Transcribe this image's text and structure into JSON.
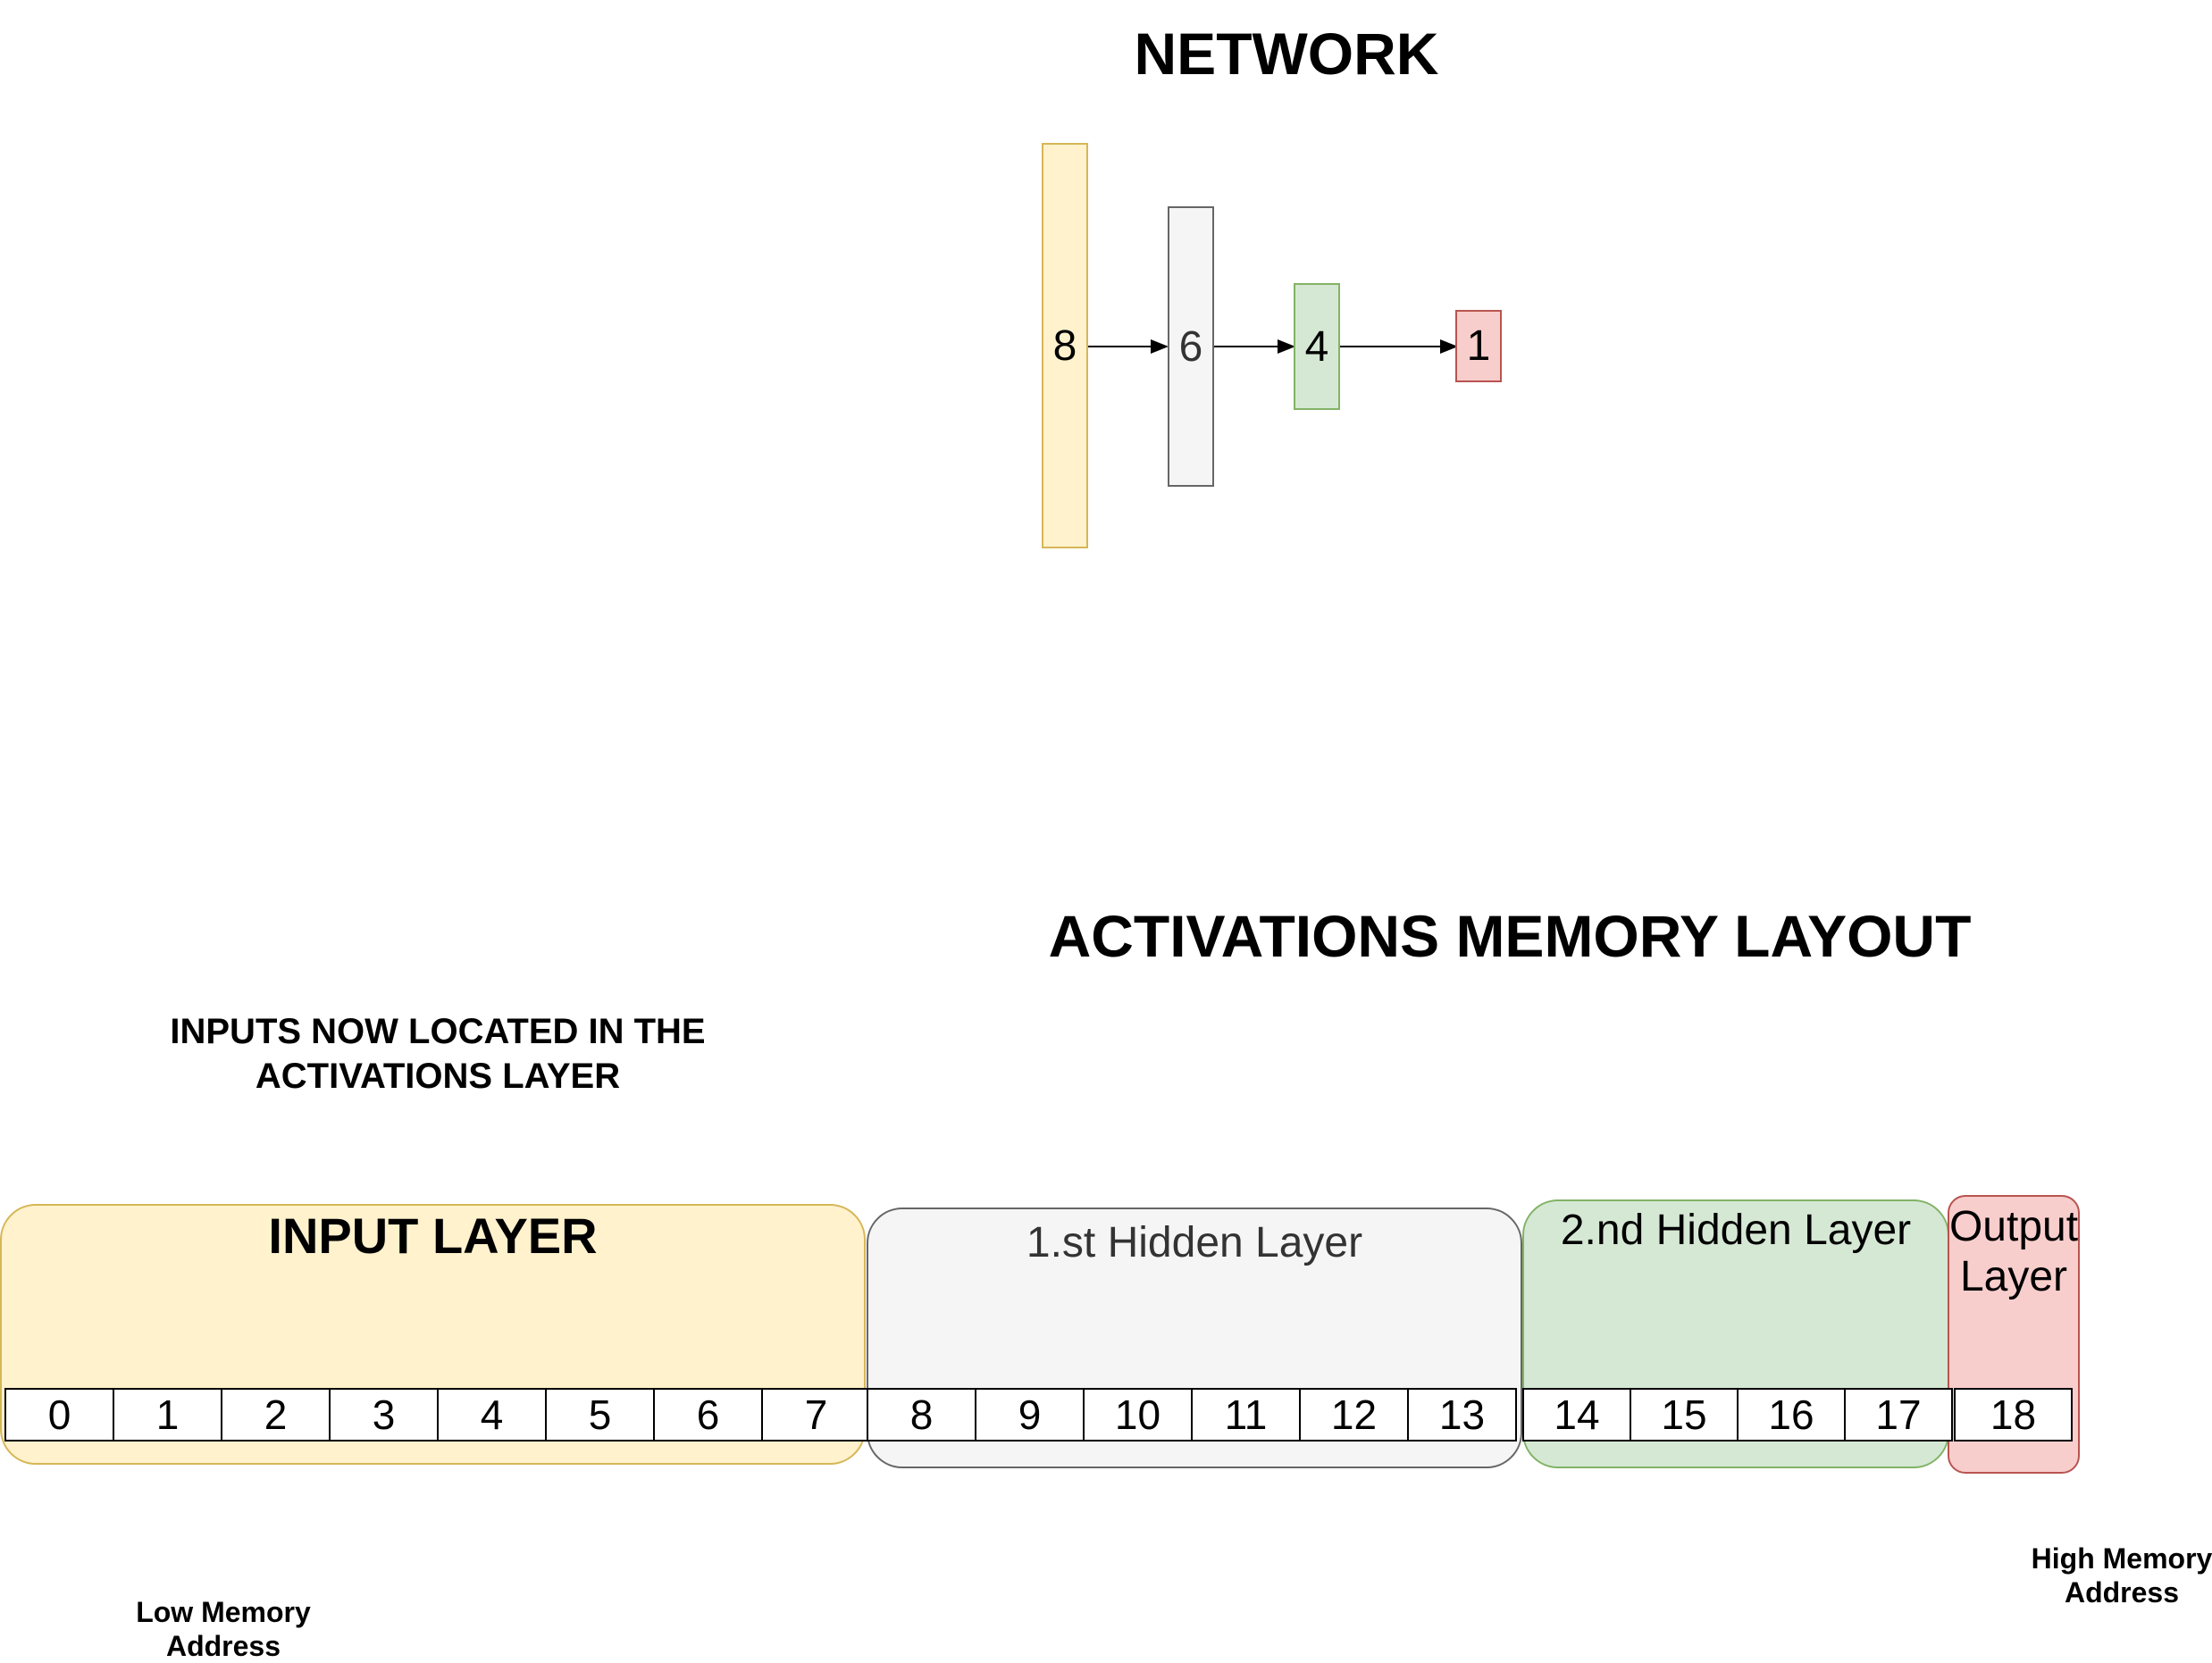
{
  "network": {
    "title": "NETWORK",
    "layers": [
      {
        "size_label": "8",
        "fill": "#fff2cc",
        "stroke": "#d6b656"
      },
      {
        "size_label": "6",
        "fill": "#f5f5f5",
        "stroke": "#666666"
      },
      {
        "size_label": "4",
        "fill": "#d5e8d4",
        "stroke": "#82b366"
      },
      {
        "size_label": "1",
        "fill": "#f8cecc",
        "stroke": "#b85450"
      }
    ]
  },
  "layout": {
    "title": "ACTIVATIONS MEMORY LAYOUT",
    "note": "INPUTS NOW LOCATED IN THE ACTIVATIONS LAYER",
    "low_label": "Low Memory Address",
    "high_label": "High Memory Address",
    "groups": [
      {
        "label": "INPUT LAYER",
        "fill": "#fff2cc",
        "stroke": "#d6b656",
        "cells": [
          "0",
          "1",
          "2",
          "3",
          "4",
          "5",
          "6",
          "7"
        ]
      },
      {
        "label": "1.st Hidden Layer",
        "fill": "#f5f5f5",
        "stroke": "#666666",
        "cells": [
          "8",
          "9",
          "10",
          "11",
          "12",
          "13"
        ]
      },
      {
        "label": "2.nd Hidden Layer",
        "fill": "#d5e8d4",
        "stroke": "#82b366",
        "cells": [
          "14",
          "15",
          "16",
          "17"
        ]
      },
      {
        "label": "Output Layer",
        "fill": "#f8cecc",
        "stroke": "#b85450",
        "cells": [
          "18"
        ]
      }
    ]
  }
}
